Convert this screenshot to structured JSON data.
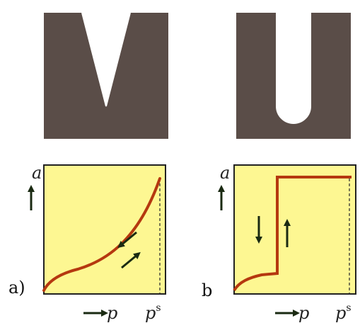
{
  "panels": [
    {
      "id": "a",
      "label": "a)",
      "pore_shape": "V-shaped",
      "y_axis": "a",
      "x_axis": "p",
      "x_marker": "p",
      "x_marker_sup": "s",
      "isotherm": "smooth reversible",
      "arrows": [
        "down-left",
        "up-right"
      ]
    },
    {
      "id": "b",
      "label": "b",
      "pore_shape": "U-shaped",
      "y_axis": "a",
      "x_axis": "p",
      "x_marker": "p",
      "x_marker_sup": "s",
      "isotherm": "vertical step",
      "arrows": [
        "down",
        "up"
      ]
    }
  ],
  "colors": {
    "solid": "#5a4d48",
    "plot_bg": "#fdf792",
    "curve": "#b5380f",
    "frame": "#222222",
    "arrow": "#1a2a12",
    "dash": "#ffffff"
  }
}
